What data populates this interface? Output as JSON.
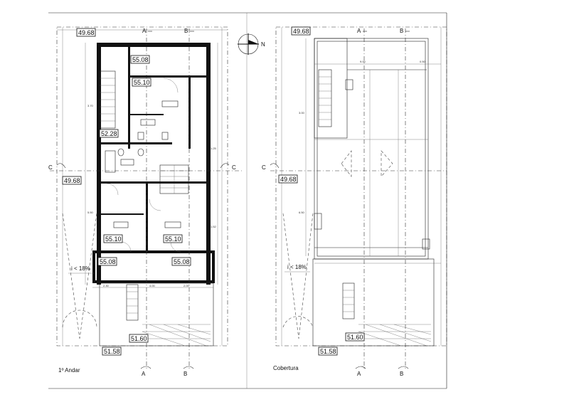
{
  "plans": [
    {
      "caption": "1º Andar",
      "levels": [
        "49.68",
        "55.08",
        "55.10",
        "52.28",
        "49.68",
        "55.10",
        "55.10",
        "55.08",
        "55.08",
        "51.60",
        "51.58"
      ],
      "slope": "i < 18%",
      "section_markers": [
        "A",
        "B",
        "C",
        "C",
        "A",
        "B"
      ]
    },
    {
      "caption": "Cobertura",
      "levels": [
        "49.68",
        "49.68",
        "51.60",
        "51.58"
      ],
      "slope": "i < 18%",
      "section_markers": [
        "A",
        "B",
        "C",
        "A",
        "B"
      ]
    }
  ],
  "north": "N"
}
